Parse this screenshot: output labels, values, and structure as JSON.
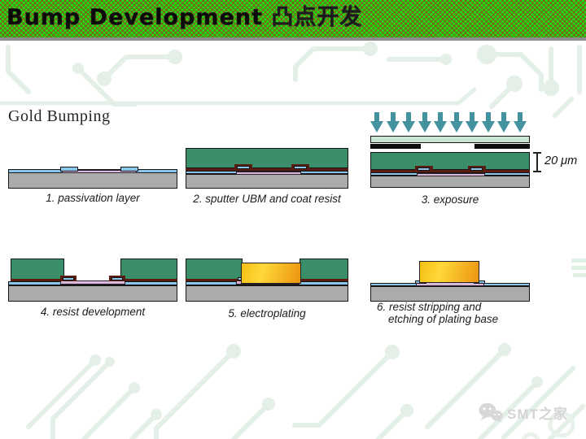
{
  "banner": {
    "title": "Bump Development 凸点开发"
  },
  "section": {
    "title": "Gold Bumping"
  },
  "steps": [
    {
      "caption": "1. passivation layer"
    },
    {
      "caption": "2. sputter UBM and coat resist"
    },
    {
      "caption": "3. exposure",
      "thickness_label": "20 μm"
    },
    {
      "caption": "4. resist development"
    },
    {
      "caption": "5. electroplating"
    },
    {
      "caption_line1": "6. resist stripping and",
      "caption_line2": "etching of plating base"
    }
  ],
  "watermark": {
    "label": "SMT之家",
    "icon": "wechat-icon"
  },
  "colors": {
    "banner-green": "#1edc12",
    "banner-divider": "#8b8e8b",
    "substrate-gray": "#ababab",
    "passivation-blue": "#8cc5ec",
    "pad-pink": "#d7b9dc",
    "ubm-maroon": "#591c10",
    "resist-green": "#3a8e69",
    "mask-glass": "#c9e5cf",
    "mask-black": "#0f0f0f",
    "arrow-teal": "#44919f",
    "gold-light": "#ffd83a",
    "gold-dark": "#ec9410",
    "circuit-green": "#e3efe7",
    "caption-ink": "#1c1c1c",
    "watermark-gray": "#d4d4d4"
  }
}
